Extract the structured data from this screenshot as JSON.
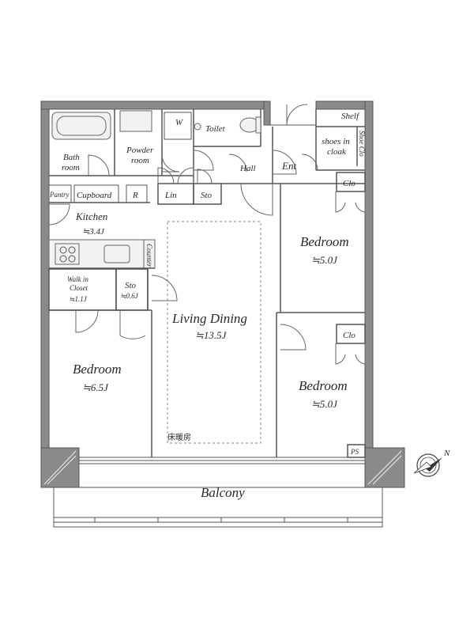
{
  "rooms": {
    "bath": "Bath\nroom",
    "powder": "Powder\nroom",
    "w": "W",
    "toilet": "Toilet",
    "hall": "Hall",
    "ent": "Ent",
    "shelf": "Shelf",
    "shoes": "shoes in\ncloak",
    "shoe_clo": "Shoe Clo",
    "clo1": "Clo",
    "clo2": "Clo",
    "pantry": "Pantry",
    "cupboard": "Cupboard",
    "r": "R",
    "lin": "Lin",
    "sto1": "Sto",
    "kitchen": "Kitchen",
    "kitchen_size": "≒3.4J",
    "counter": "Counter",
    "walkin": "Walk in\nCloset",
    "walkin_size": "≒1.1J",
    "sto2": "Sto",
    "sto2_size": "≒0.6J",
    "living": "Living Dining",
    "living_size": "≒13.5J",
    "floor_heating": "床暖房",
    "bedroom_a": "Bedroom",
    "bedroom_a_size": "≒6.5J",
    "bedroom_b": "Bedroom",
    "bedroom_b_size": "≒5.0J",
    "bedroom_c": "Bedroom",
    "bedroom_c_size": "≒5.0J",
    "ps": "PS",
    "balcony": "Balcony"
  },
  "compass": {
    "north_label": "N",
    "icon": "compass-icon"
  }
}
